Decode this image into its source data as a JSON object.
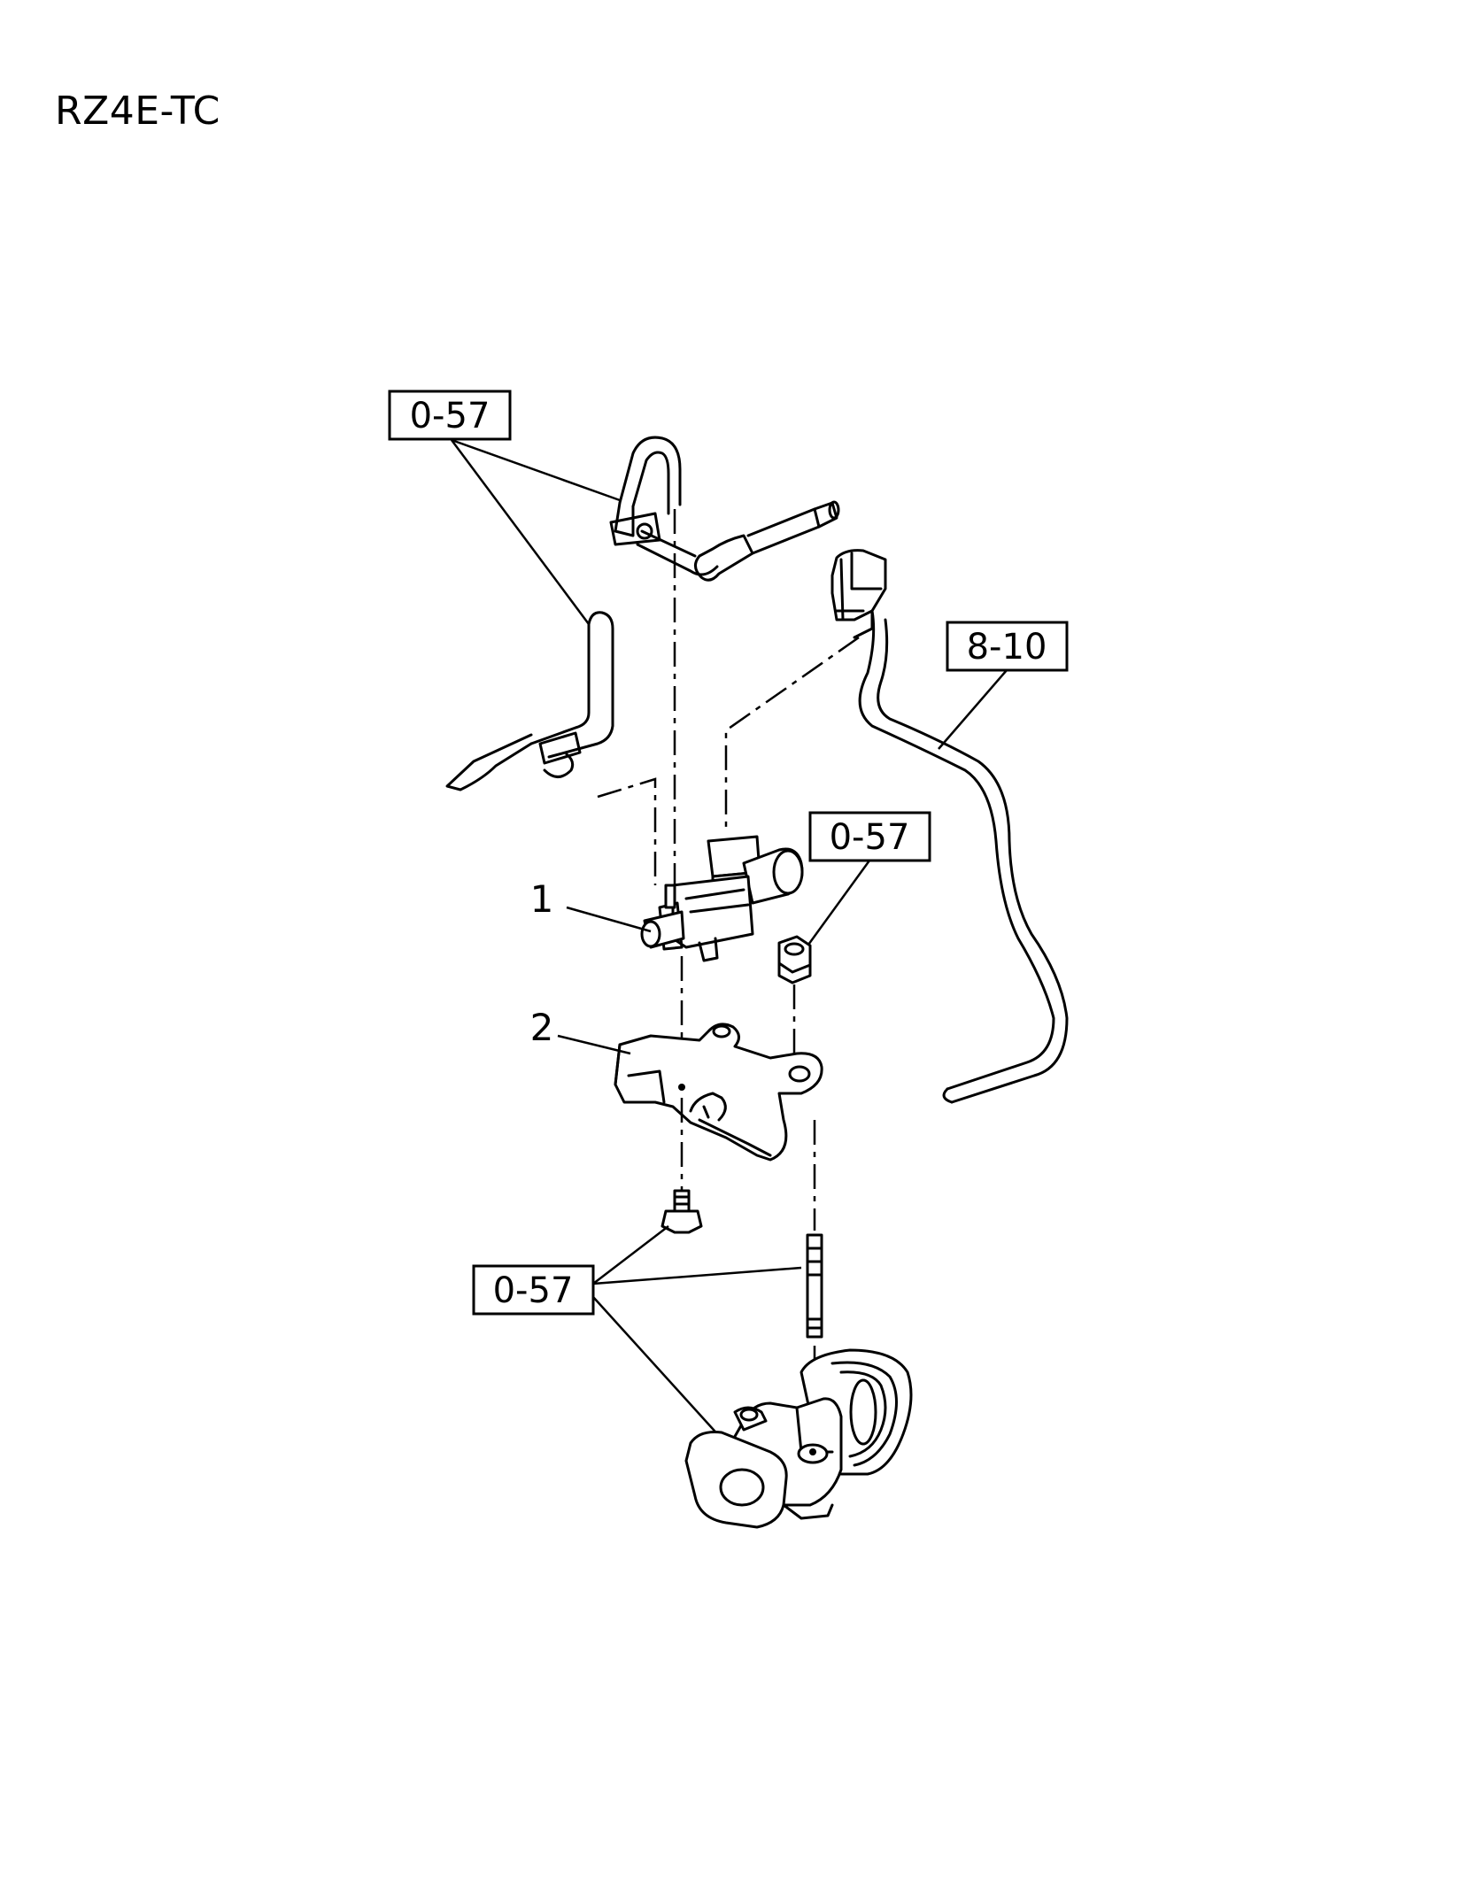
{
  "title": "RZ4E-TC",
  "references": {
    "ref_top": "0-57",
    "ref_hose": "8-10",
    "ref_nut": "0-57",
    "ref_bottom": "0-57"
  },
  "callouts": {
    "part_1": "1",
    "part_2": "2"
  }
}
